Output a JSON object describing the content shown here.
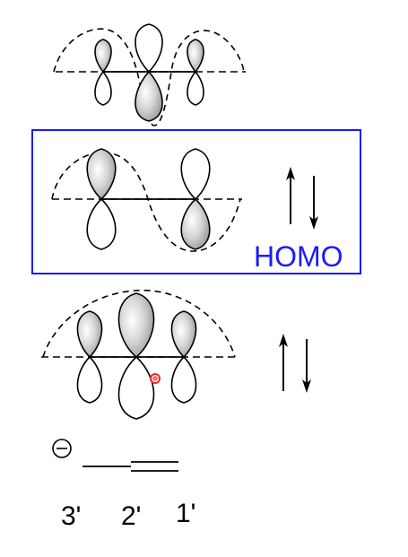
{
  "orbitals": {
    "homo": {
      "label": "HOMO",
      "frame_color": "#1a1aff",
      "label_color": "#1a1aff"
    }
  },
  "allyl_anion": {
    "charge": "⊖",
    "atom_labels": [
      "3'",
      "2'",
      "1'"
    ]
  },
  "colors": {
    "line": "#000000",
    "lobe_fill_dark": "#9a9a9a",
    "lobe_fill_light": "#ffffff",
    "marker": "#ff2020"
  },
  "icons": {
    "electron_pair": "up-down-arrows-icon",
    "charge": "circled-minus-icon",
    "marker": "red-dot-icon"
  }
}
